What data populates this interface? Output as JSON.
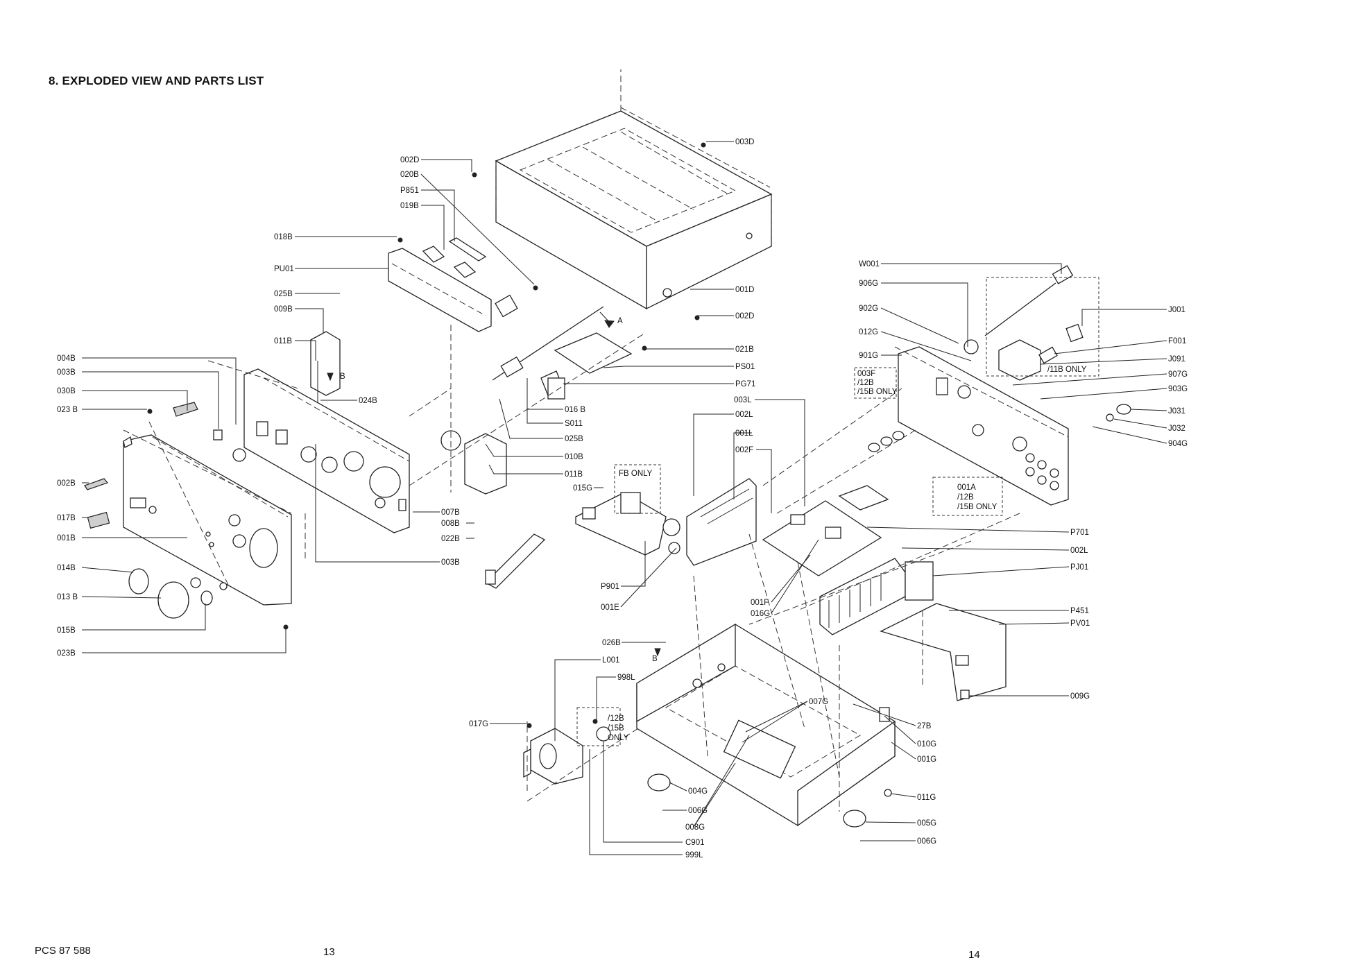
{
  "title": "8. EXPLODED VIEW AND PARTS LIST",
  "footer": {
    "doc_code": "PCS 87 588",
    "page_left": "13",
    "page_right": "14"
  },
  "left_labels": [
    "004B",
    "003B",
    "030B",
    "023 B",
    "002B",
    "017B",
    "001B",
    "014B",
    "013 B",
    "015B",
    "023B"
  ],
  "frontpanel_labels": [
    "018B",
    "PU01",
    "025B",
    "009B",
    "011B"
  ],
  "top_labels": [
    "002D",
    "020B",
    "P851",
    "019B"
  ],
  "cover_labels": [
    "003D",
    "001D",
    "002D",
    "021B",
    "PS01",
    "PG71"
  ],
  "mid_labels": [
    "024B",
    "016 B",
    "S011",
    "025B",
    "010B",
    "011B",
    "015G",
    "007B",
    "008B",
    "022B",
    "003B"
  ],
  "fb_box": "FB  ONLY",
  "pcb_labels": [
    "P901",
    "001E"
  ],
  "amp_labels": [
    "003L",
    "002L",
    "001L",
    "002F",
    "001F",
    "016G"
  ],
  "rear_left_labels": [
    "W001",
    "906G",
    "902G",
    "012G",
    "901G"
  ],
  "note_003f": [
    "003F",
    "/12B",
    "/15B ONLY"
  ],
  "rear_right_labels": [
    "J001",
    "F001",
    "J091",
    "907G",
    "903G",
    "J031",
    "J032",
    "904G"
  ],
  "note_11b": "/11B ONLY",
  "note_001a": [
    "001A",
    "/12B",
    "/15B ONLY"
  ],
  "right_labels": [
    "P701",
    "002L",
    "PJ01",
    "P451",
    "PV01",
    "009G"
  ],
  "chassis_labels": [
    "026B",
    "L001",
    "998L",
    "017G",
    "007G",
    "27B",
    "010G",
    "001G",
    "011G",
    "004G",
    "006G",
    "008G",
    "C901",
    "999L",
    "005G",
    "006G"
  ],
  "note_transformer": [
    "/12B",
    "/15B",
    "ONLY"
  ],
  "arrow_labels": [
    "A",
    "B",
    "B"
  ]
}
